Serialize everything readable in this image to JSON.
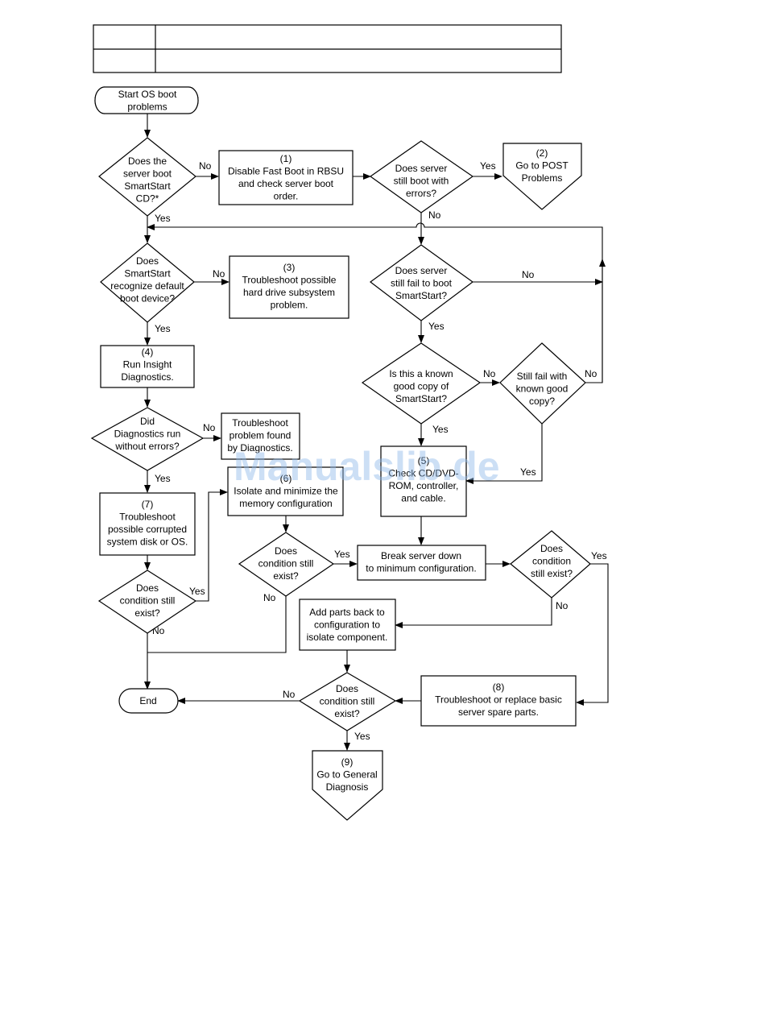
{
  "header_table": [
    [
      "",
      ""
    ],
    [
      "",
      ""
    ]
  ],
  "watermark": "Manualslib.de",
  "nodes": {
    "start": [
      "Start OS boot",
      "problems"
    ],
    "q_boot_smartstart_cd": [
      "Does the",
      "server boot",
      "SmartStart",
      "CD?*"
    ],
    "step1": [
      "(1)",
      "Disable Fast Boot in RBSU",
      "and check server boot",
      "order."
    ],
    "q_still_boot_errors": [
      "Does server",
      "still boot with",
      "errors?"
    ],
    "step2": [
      "(2)",
      "Go to POST",
      "Problems"
    ],
    "q_recognize_boot": [
      "Does",
      "SmartStart",
      "recognize default",
      "boot device?"
    ],
    "step3": [
      "(3)",
      "Troubleshoot possible",
      "hard drive subsystem",
      "problem."
    ],
    "q_fail_smartstart": [
      "Does server",
      "still fail to boot",
      "SmartStart?"
    ],
    "step4": [
      "(4)",
      "Run Insight",
      "Diagnostics."
    ],
    "q_known_good": [
      "Is this a known",
      "good copy of",
      "SmartStart?"
    ],
    "q_fail_known_good": [
      "Still fail with",
      "known good",
      "copy?"
    ],
    "q_diag_errors": [
      "Did",
      "Diagnostics run",
      "without errors?"
    ],
    "troubleshoot_diag": [
      "Troubleshoot",
      "problem found",
      "by Diagnostics."
    ],
    "step5": [
      "(5)",
      "Check CD/DVD-",
      "ROM, controller,",
      "and cable."
    ],
    "step6": [
      "(6)",
      "Isolate and minimize the",
      "memory configuration"
    ],
    "step7": [
      "(7)",
      "Troubleshoot",
      "possible corrupted",
      "system disk or OS."
    ],
    "q_cond_mem": [
      "Does",
      "condition still",
      "exist?"
    ],
    "break_down": [
      "Break server down",
      "to minimum configuration."
    ],
    "q_cond_min": [
      "Does",
      "condition",
      "still exist?"
    ],
    "q_cond_os": [
      "Does",
      "condition still",
      "exist?"
    ],
    "add_parts": [
      "Add parts back to",
      "configuration to",
      "isolate component."
    ],
    "end": [
      "End"
    ],
    "q_cond_final": [
      "Does",
      "condition still",
      "exist?"
    ],
    "step8": [
      "(8)",
      "Troubleshoot or replace basic",
      "server spare parts."
    ],
    "step9": [
      "(9)",
      "Go to General",
      "Diagnosis"
    ]
  },
  "edge_labels": {
    "yes": "Yes",
    "no": "No"
  }
}
